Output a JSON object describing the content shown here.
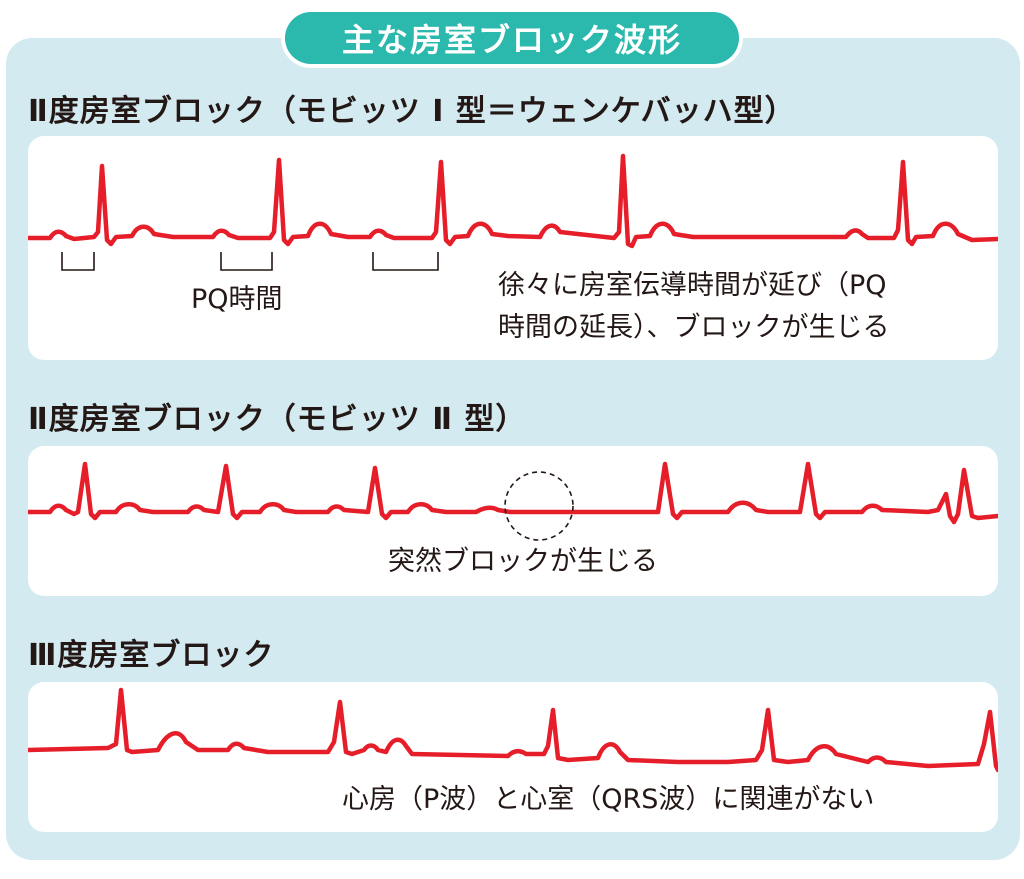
{
  "title": "主な房室ブロック波形",
  "sections": [
    {
      "heading": "Ⅱ度房室ブロック（モビッツ Ⅰ 型＝ウェンケバッハ型）",
      "labels": {
        "pq": "PQ時間",
        "note_line1": "徐々に房室伝導時間が延び（PQ",
        "note_line2": "時間の延長）、ブロックが生じる"
      }
    },
    {
      "heading": "Ⅱ度房室ブロック（モビッツ Ⅱ 型）",
      "labels": {
        "note": "突然ブロックが生じる"
      }
    },
    {
      "heading": "Ⅲ度房室ブロック",
      "labels": {
        "note": "心房（P波）と心室（QRS波）に関連がない"
      }
    }
  ],
  "colors": {
    "background": "#d3eaf0",
    "title_pill": "#2bb8ad",
    "waveform": "#e51e2a",
    "text": "#231815"
  }
}
